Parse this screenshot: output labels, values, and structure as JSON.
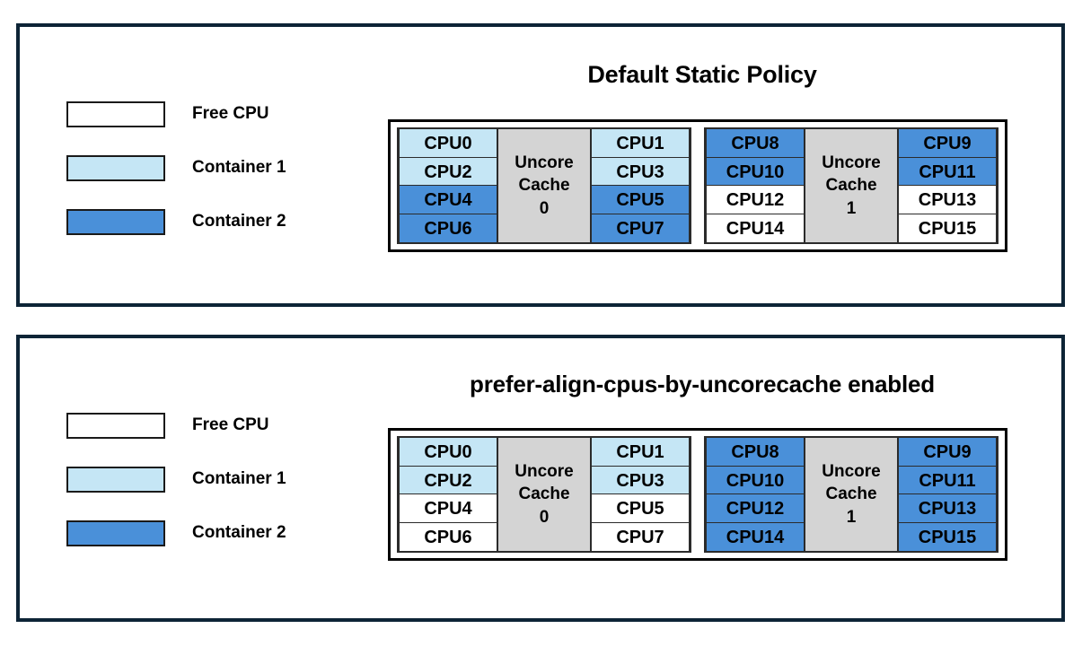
{
  "colors": {
    "panel_border": "#0d2436",
    "free": "#ffffff",
    "container1": "#c5e6f5",
    "container2": "#4a90d9",
    "uncore_cache": "#d4d4d4",
    "cell_border": "#2b2b2b"
  },
  "legend_template": [
    {
      "key": "free",
      "label": "Free CPU"
    },
    {
      "key": "container1",
      "label": "Container 1"
    },
    {
      "key": "container2",
      "label": "Container 2"
    }
  ],
  "panels": [
    {
      "title": "Default Static Policy",
      "legend": [
        {
          "key": "free",
          "label": "Free CPU"
        },
        {
          "key": "container1",
          "label": "Container 1"
        },
        {
          "key": "container2",
          "label": "Container 2"
        }
      ],
      "sockets": [
        {
          "uncore_label": [
            "Uncore",
            "Cache",
            "0"
          ],
          "left_column": [
            {
              "label": "CPU0",
              "state": "container1"
            },
            {
              "label": "CPU2",
              "state": "container1"
            },
            {
              "label": "CPU4",
              "state": "container2"
            },
            {
              "label": "CPU6",
              "state": "container2"
            }
          ],
          "right_column": [
            {
              "label": "CPU1",
              "state": "container1"
            },
            {
              "label": "CPU3",
              "state": "container1"
            },
            {
              "label": "CPU5",
              "state": "container2"
            },
            {
              "label": "CPU7",
              "state": "container2"
            }
          ]
        },
        {
          "uncore_label": [
            "Uncore",
            "Cache",
            "1"
          ],
          "left_column": [
            {
              "label": "CPU8",
              "state": "container2"
            },
            {
              "label": "CPU10",
              "state": "container2"
            },
            {
              "label": "CPU12",
              "state": "free"
            },
            {
              "label": "CPU14",
              "state": "free"
            }
          ],
          "right_column": [
            {
              "label": "CPU9",
              "state": "container2"
            },
            {
              "label": "CPU11",
              "state": "container2"
            },
            {
              "label": "CPU13",
              "state": "free"
            },
            {
              "label": "CPU15",
              "state": "free"
            }
          ]
        }
      ]
    },
    {
      "title": "prefer-align-cpus-by-uncorecache enabled",
      "legend": [
        {
          "key": "free",
          "label": "Free CPU"
        },
        {
          "key": "container1",
          "label": "Container 1"
        },
        {
          "key": "container2",
          "label": "Container 2"
        }
      ],
      "sockets": [
        {
          "uncore_label": [
            "Uncore",
            "Cache",
            "0"
          ],
          "left_column": [
            {
              "label": "CPU0",
              "state": "container1"
            },
            {
              "label": "CPU2",
              "state": "container1"
            },
            {
              "label": "CPU4",
              "state": "free"
            },
            {
              "label": "CPU6",
              "state": "free"
            }
          ],
          "right_column": [
            {
              "label": "CPU1",
              "state": "container1"
            },
            {
              "label": "CPU3",
              "state": "container1"
            },
            {
              "label": "CPU5",
              "state": "free"
            },
            {
              "label": "CPU7",
              "state": "free"
            }
          ]
        },
        {
          "uncore_label": [
            "Uncore",
            "Cache",
            "1"
          ],
          "left_column": [
            {
              "label": "CPU8",
              "state": "container2"
            },
            {
              "label": "CPU10",
              "state": "container2"
            },
            {
              "label": "CPU12",
              "state": "container2"
            },
            {
              "label": "CPU14",
              "state": "container2"
            }
          ],
          "right_column": [
            {
              "label": "CPU9",
              "state": "container2"
            },
            {
              "label": "CPU11",
              "state": "container2"
            },
            {
              "label": "CPU13",
              "state": "container2"
            },
            {
              "label": "CPU15",
              "state": "container2"
            }
          ]
        }
      ]
    }
  ]
}
